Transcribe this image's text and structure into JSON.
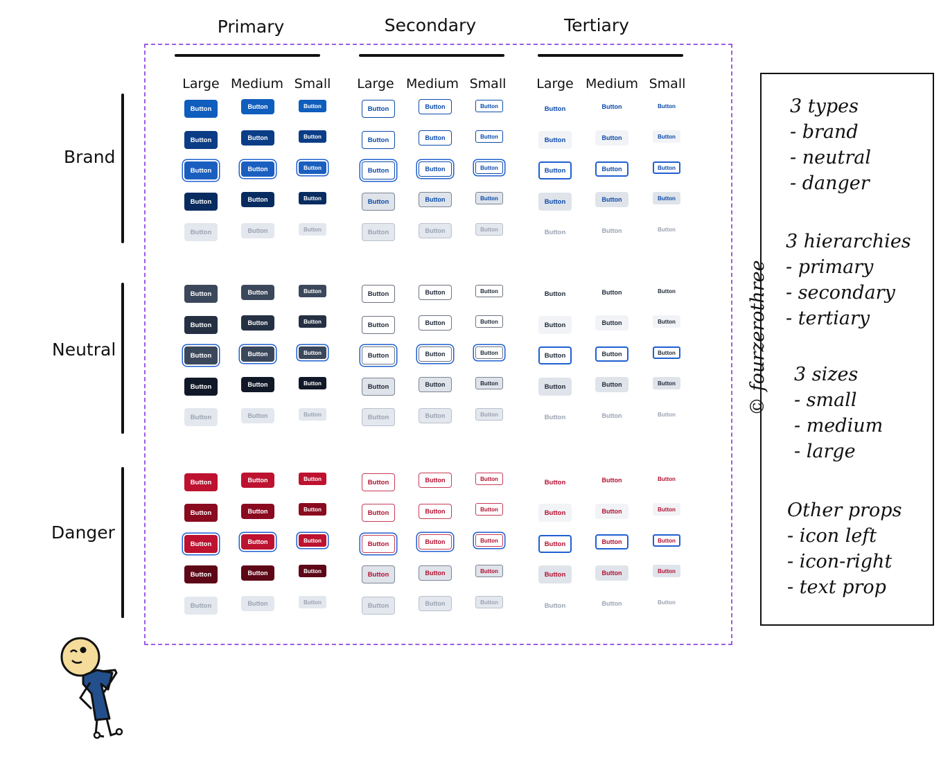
{
  "columns": [
    {
      "title": "Primary",
      "sizes": [
        "Large",
        "Medium",
        "Small"
      ]
    },
    {
      "title": "Secondary",
      "sizes": [
        "Large",
        "Medium",
        "Small"
      ]
    },
    {
      "title": "Tertiary",
      "sizes": [
        "Large",
        "Medium",
        "Small"
      ]
    }
  ],
  "rows": [
    {
      "title": "Brand"
    },
    {
      "title": "Neutral"
    },
    {
      "title": "Danger"
    }
  ],
  "button_label": "Button",
  "notes": {
    "lines": [
      "3 types",
      "- brand",
      "- neutral",
      "- danger",
      "3 hierarchies",
      "- primary",
      "- secondary",
      "- tertiary",
      "3 sizes",
      "- small",
      "- medium",
      "- large",
      "Other props",
      "- icon left",
      "- icon-right",
      "- text prop"
    ]
  },
  "credit": "© fourzerothree",
  "colors": {
    "brand": [
      "#0f5dbd",
      "#0b3d86",
      "#1a5fbf",
      "#092c60"
    ],
    "neutral": [
      "#3b475b",
      "#253043",
      "#3b475b",
      "#111827"
    ],
    "danger": [
      "#bd1230",
      "#8a0a20",
      "#bd1230",
      "#5d0717"
    ],
    "focus_ring": "#1f5fd1",
    "disabled_bg": "#e3e7ee",
    "disabled_text": "#9aa3b2",
    "hover_bg": "#f1f3f6",
    "pressed_bg": "#dfe3ea",
    "frame_dash": "#9b5de5"
  }
}
